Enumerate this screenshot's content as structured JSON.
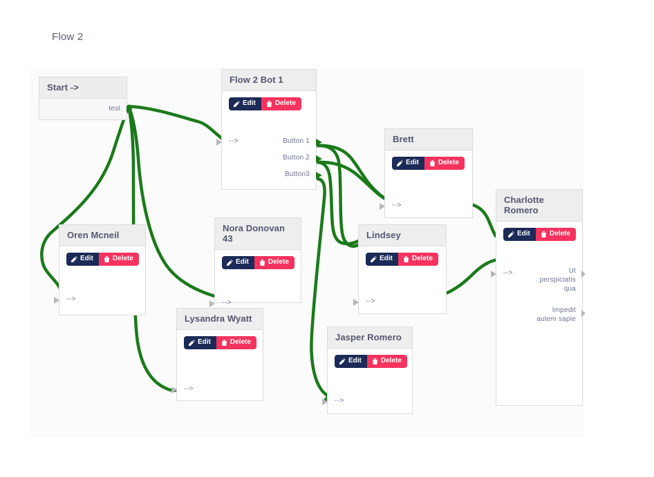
{
  "page": {
    "flow_title": "Flow 2",
    "canvas_bg": "#fbfbfb",
    "edge_color": "#1a7a1a",
    "edit_color": "#1b2a56",
    "delete_color": "#f6335e",
    "node_header_bg": "#eeeeee",
    "node_title_color": "#54566f"
  },
  "buttons": {
    "edit_label": "Edit",
    "delete_label": "Delete"
  },
  "nodes": {
    "start": {
      "title": "Start ->",
      "out_port": "test"
    },
    "bot": {
      "title": "Flow 2 Bot 1",
      "in_port": "-->",
      "out_ports": [
        "Button 1",
        "Button 2",
        "Button3"
      ]
    },
    "oren": {
      "title": "Oren Mcneil",
      "in_port": "-->"
    },
    "nora": {
      "title": "Nora Donovan 43",
      "in_port": "-->"
    },
    "lysandra": {
      "title": "Lysandra Wyatt",
      "in_port": "-->"
    },
    "brett": {
      "title": "Brett",
      "in_port": "-->"
    },
    "lindsey": {
      "title": "Lindsey",
      "in_port": "-->"
    },
    "jasper": {
      "title": "Jasper Romero",
      "in_port": "-->"
    },
    "charlotte": {
      "title": "Charlotte Romero",
      "in_port": "-->",
      "out_port_1": "Ut perspiciatis qua",
      "out_port_2": "Impedit autem sapie"
    }
  },
  "edges": [
    {
      "from": "start.test",
      "to": "bot.in"
    },
    {
      "from": "start.test",
      "to": "oren.in"
    },
    {
      "from": "start.test",
      "to": "nora.in"
    },
    {
      "from": "start.test",
      "to": "lysandra.in"
    },
    {
      "from": "bot.Button 1",
      "to": "brett.in"
    },
    {
      "from": "bot.Button 1",
      "to": "lindsey.in"
    },
    {
      "from": "bot.Button 2",
      "to": "brett.in"
    },
    {
      "from": "bot.Button 2",
      "to": "lindsey.in"
    },
    {
      "from": "bot.Button3",
      "to": "jasper.in"
    },
    {
      "from": "brett.out",
      "to": "charlotte.in"
    },
    {
      "from": "lindsey.out",
      "to": "charlotte.in"
    }
  ]
}
